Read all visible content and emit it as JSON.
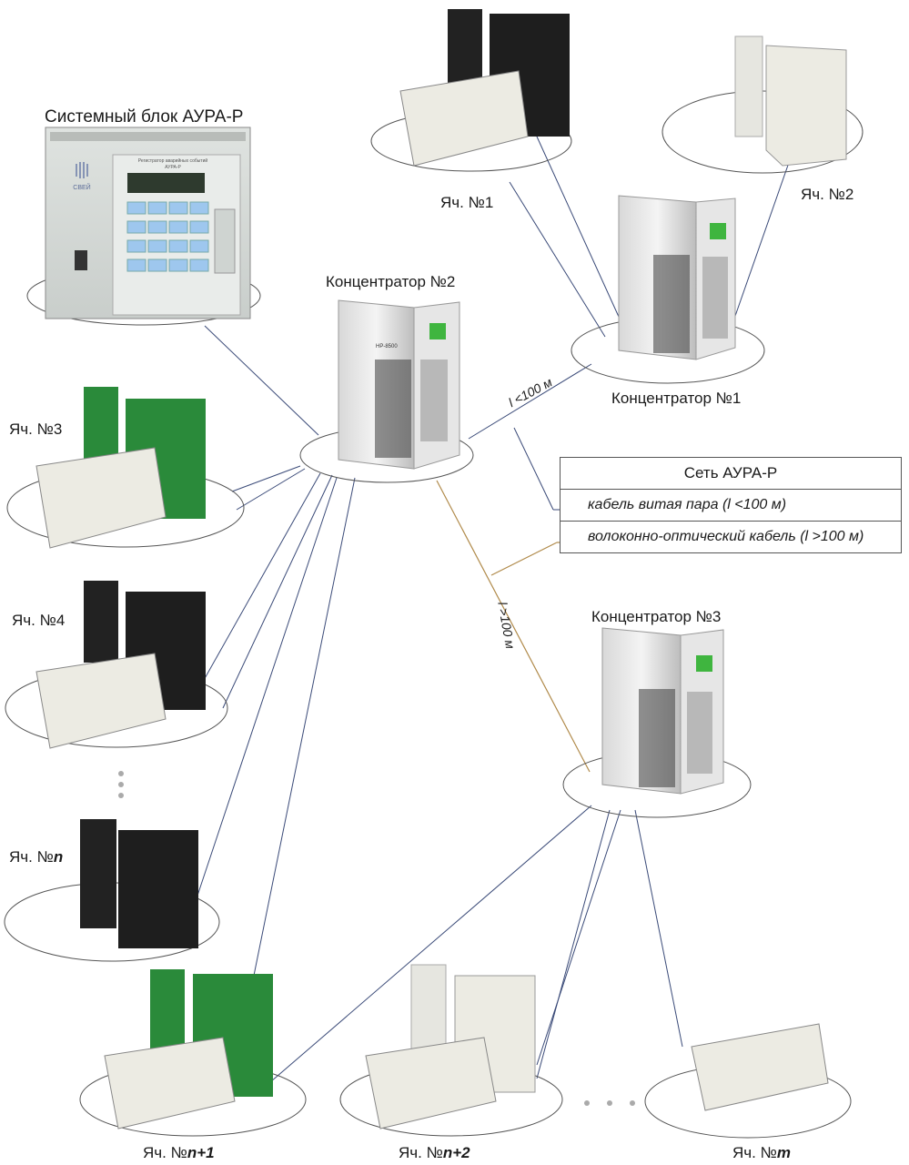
{
  "labels": {
    "system_block": "Системный блок АУРА-Р",
    "hub1": "Концентратор №1",
    "hub2": "Концентратор №2",
    "hub3": "Концентратор №3",
    "cell1": "Яч. №1",
    "cell2": "Яч. №2",
    "cell3": "Яч. №3",
    "cell4": "Яч. №4",
    "celln_prefix": "Яч. №",
    "celln_suffix": "n",
    "celln1_prefix": "Яч. №",
    "celln1_suffix": "n+1",
    "celln2_prefix": "Яч. №",
    "celln2_suffix": "n+2",
    "cellm_prefix": "Яч. №",
    "cellm_suffix": "m",
    "dist_short": "l <100 м",
    "dist_long": "l >100 м"
  },
  "legend": {
    "title": "Сеть АУРА-Р",
    "twisted_pair": "кабель витая пара (l <100 м)",
    "fiber": "волоконно-оптический кабель (l >100 м)"
  },
  "device_panel": {
    "brand": "СВЕЙ",
    "screen_title": "Регистратор аварийных событий",
    "model": "АУРА-Р",
    "hub_model": "HP-8500"
  },
  "colors": {
    "twisted_pair": "#3a4a78",
    "fiber": "#b08a4a",
    "green_module": "#2a8a3a",
    "dark_module": "#1e1e1e",
    "light_module": "#ecebe3"
  }
}
